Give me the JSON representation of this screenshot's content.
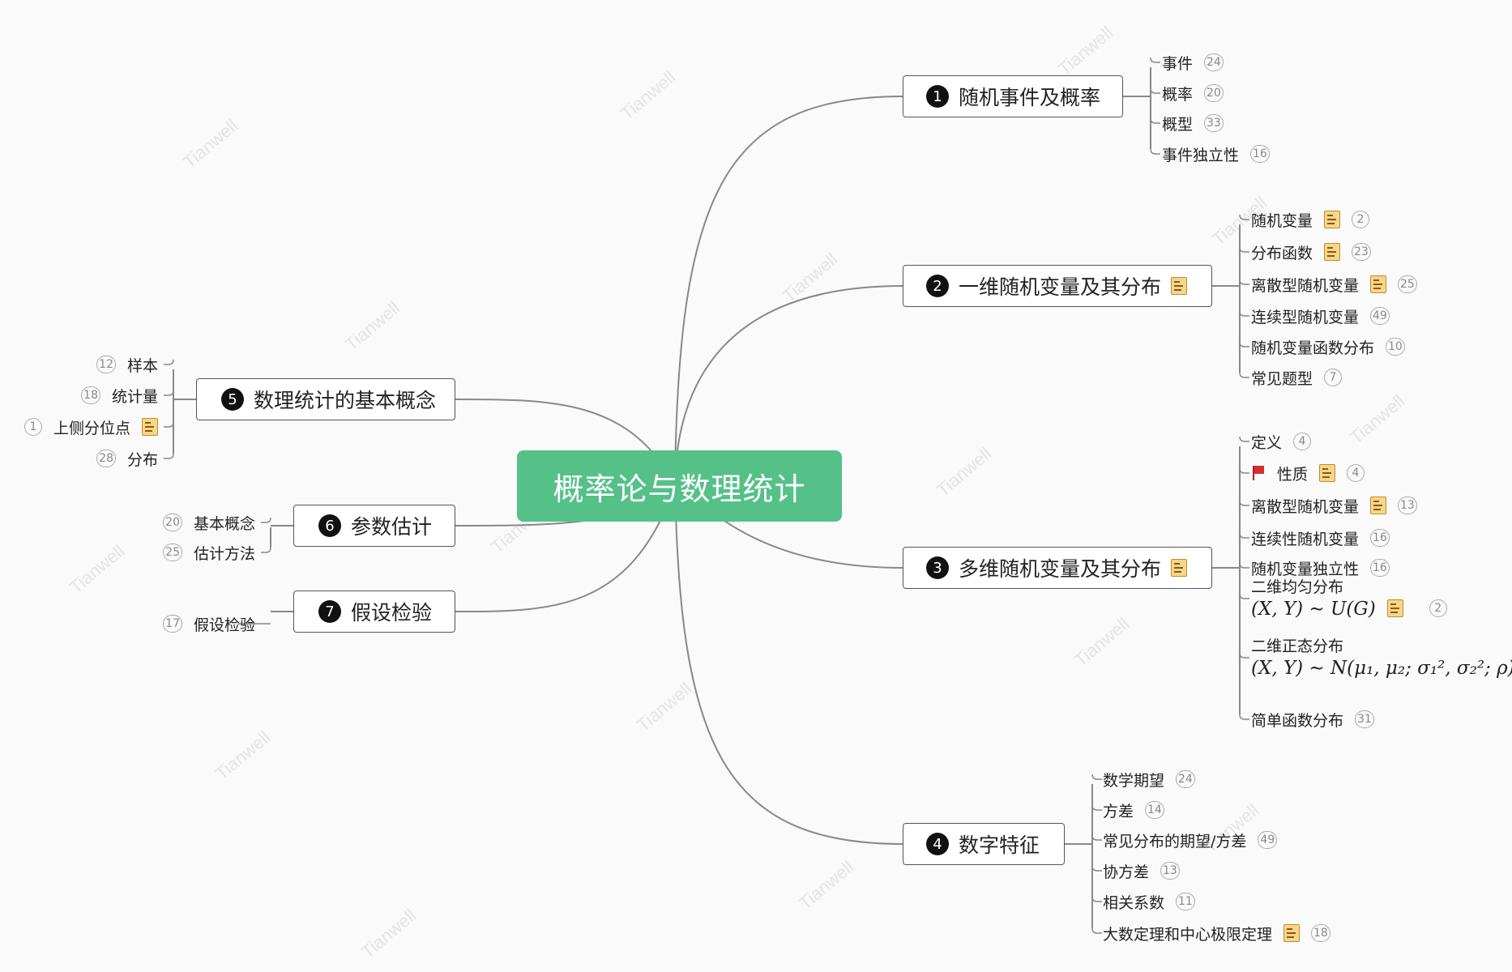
{
  "root": {
    "title": "概率论与数理统计"
  },
  "watermark": "Tianwell",
  "colors": {
    "root": "#55c189",
    "connector": "#888888",
    "note": "#f5d68b",
    "flag": "#d32f2f"
  },
  "topics": [
    {
      "number": "1",
      "label": "随机事件及概率",
      "has_note": false,
      "children": [
        {
          "label": "事件",
          "count": "24"
        },
        {
          "label": "概率",
          "count": "20"
        },
        {
          "label": "概型",
          "count": "33"
        },
        {
          "label": "事件独立性",
          "count": "16"
        }
      ]
    },
    {
      "number": "2",
      "label": "一维随机变量及其分布",
      "has_note": true,
      "children": [
        {
          "label": "随机变量",
          "count": "2",
          "note": true
        },
        {
          "label": "分布函数",
          "count": "23",
          "note": true
        },
        {
          "label": "离散型随机变量",
          "count": "25",
          "note": true
        },
        {
          "label": "连续型随机变量",
          "count": "49"
        },
        {
          "label": "随机变量函数分布",
          "count": "10"
        },
        {
          "label": "常见题型",
          "count": "7"
        }
      ]
    },
    {
      "number": "3",
      "label": "多维随机变量及其分布",
      "has_note": true,
      "children": [
        {
          "label": "定义",
          "count": "4"
        },
        {
          "label": "性质",
          "count": "4",
          "note": true,
          "flag": true
        },
        {
          "label": "离散型随机变量",
          "count": "13",
          "note": true
        },
        {
          "label": "连续性随机变量",
          "count": "16"
        },
        {
          "label": "随机变量独立性",
          "count": "16"
        },
        {
          "label": "二维均匀分布",
          "math": "(X, Y) ∼ U(G)",
          "count": "2",
          "note": true
        },
        {
          "label": "二维正态分布",
          "math": "(X, Y) ∼ N(μ₁, μ₂; σ₁², σ₂²; ρ)"
        },
        {
          "label": "简单函数分布",
          "count": "31"
        }
      ]
    },
    {
      "number": "4",
      "label": "数字特征",
      "has_note": false,
      "children": [
        {
          "label": "数学期望",
          "count": "24"
        },
        {
          "label": "方差",
          "count": "14"
        },
        {
          "label": "常见分布的期望/方差",
          "count": "49"
        },
        {
          "label": "协方差",
          "count": "13"
        },
        {
          "label": "相关系数",
          "count": "11"
        },
        {
          "label": "大数定理和中心极限定理",
          "count": "18",
          "note": true
        }
      ]
    },
    {
      "number": "5",
      "label": "数理统计的基本概念",
      "has_note": false,
      "children": [
        {
          "label": "样本",
          "count": "12"
        },
        {
          "label": "统计量",
          "count": "18"
        },
        {
          "label": "上侧分位点",
          "count": "1",
          "note": true
        },
        {
          "label": "分布",
          "count": "28"
        }
      ]
    },
    {
      "number": "6",
      "label": "参数估计",
      "has_note": false,
      "children": [
        {
          "label": "基本概念",
          "count": "20"
        },
        {
          "label": "估计方法",
          "count": "25"
        }
      ]
    },
    {
      "number": "7",
      "label": "假设检验",
      "has_note": false,
      "children": [
        {
          "label": "假设检验",
          "count": "17"
        }
      ]
    }
  ]
}
